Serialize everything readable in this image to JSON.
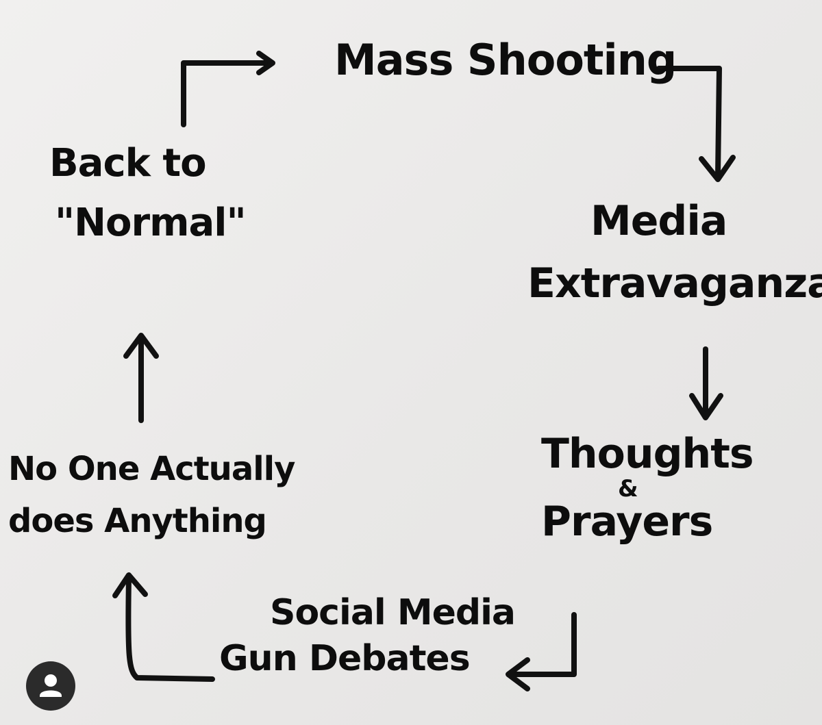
{
  "nodes": {
    "mass_shooting": {
      "line1": "Mass Shooting"
    },
    "media": {
      "line1": "Media",
      "line2": "Extravaganza"
    },
    "thoughts": {
      "line1": "Thoughts",
      "amp": "&",
      "line2": "Prayers"
    },
    "social": {
      "line1": "Social Media",
      "line2": "Gun Debates"
    },
    "no_one": {
      "line1": "No One Actually",
      "line2": "does Anything"
    },
    "back": {
      "line1": "Back to",
      "line2": "\"Normal\""
    }
  },
  "overlay": {
    "avatar_icon": "user-avatar-icon"
  },
  "colors": {
    "ink": "#0d0d0d",
    "paper": "#ecebea",
    "avatar_bg": "#2b2b2b",
    "avatar_fg": "#ffffff"
  }
}
